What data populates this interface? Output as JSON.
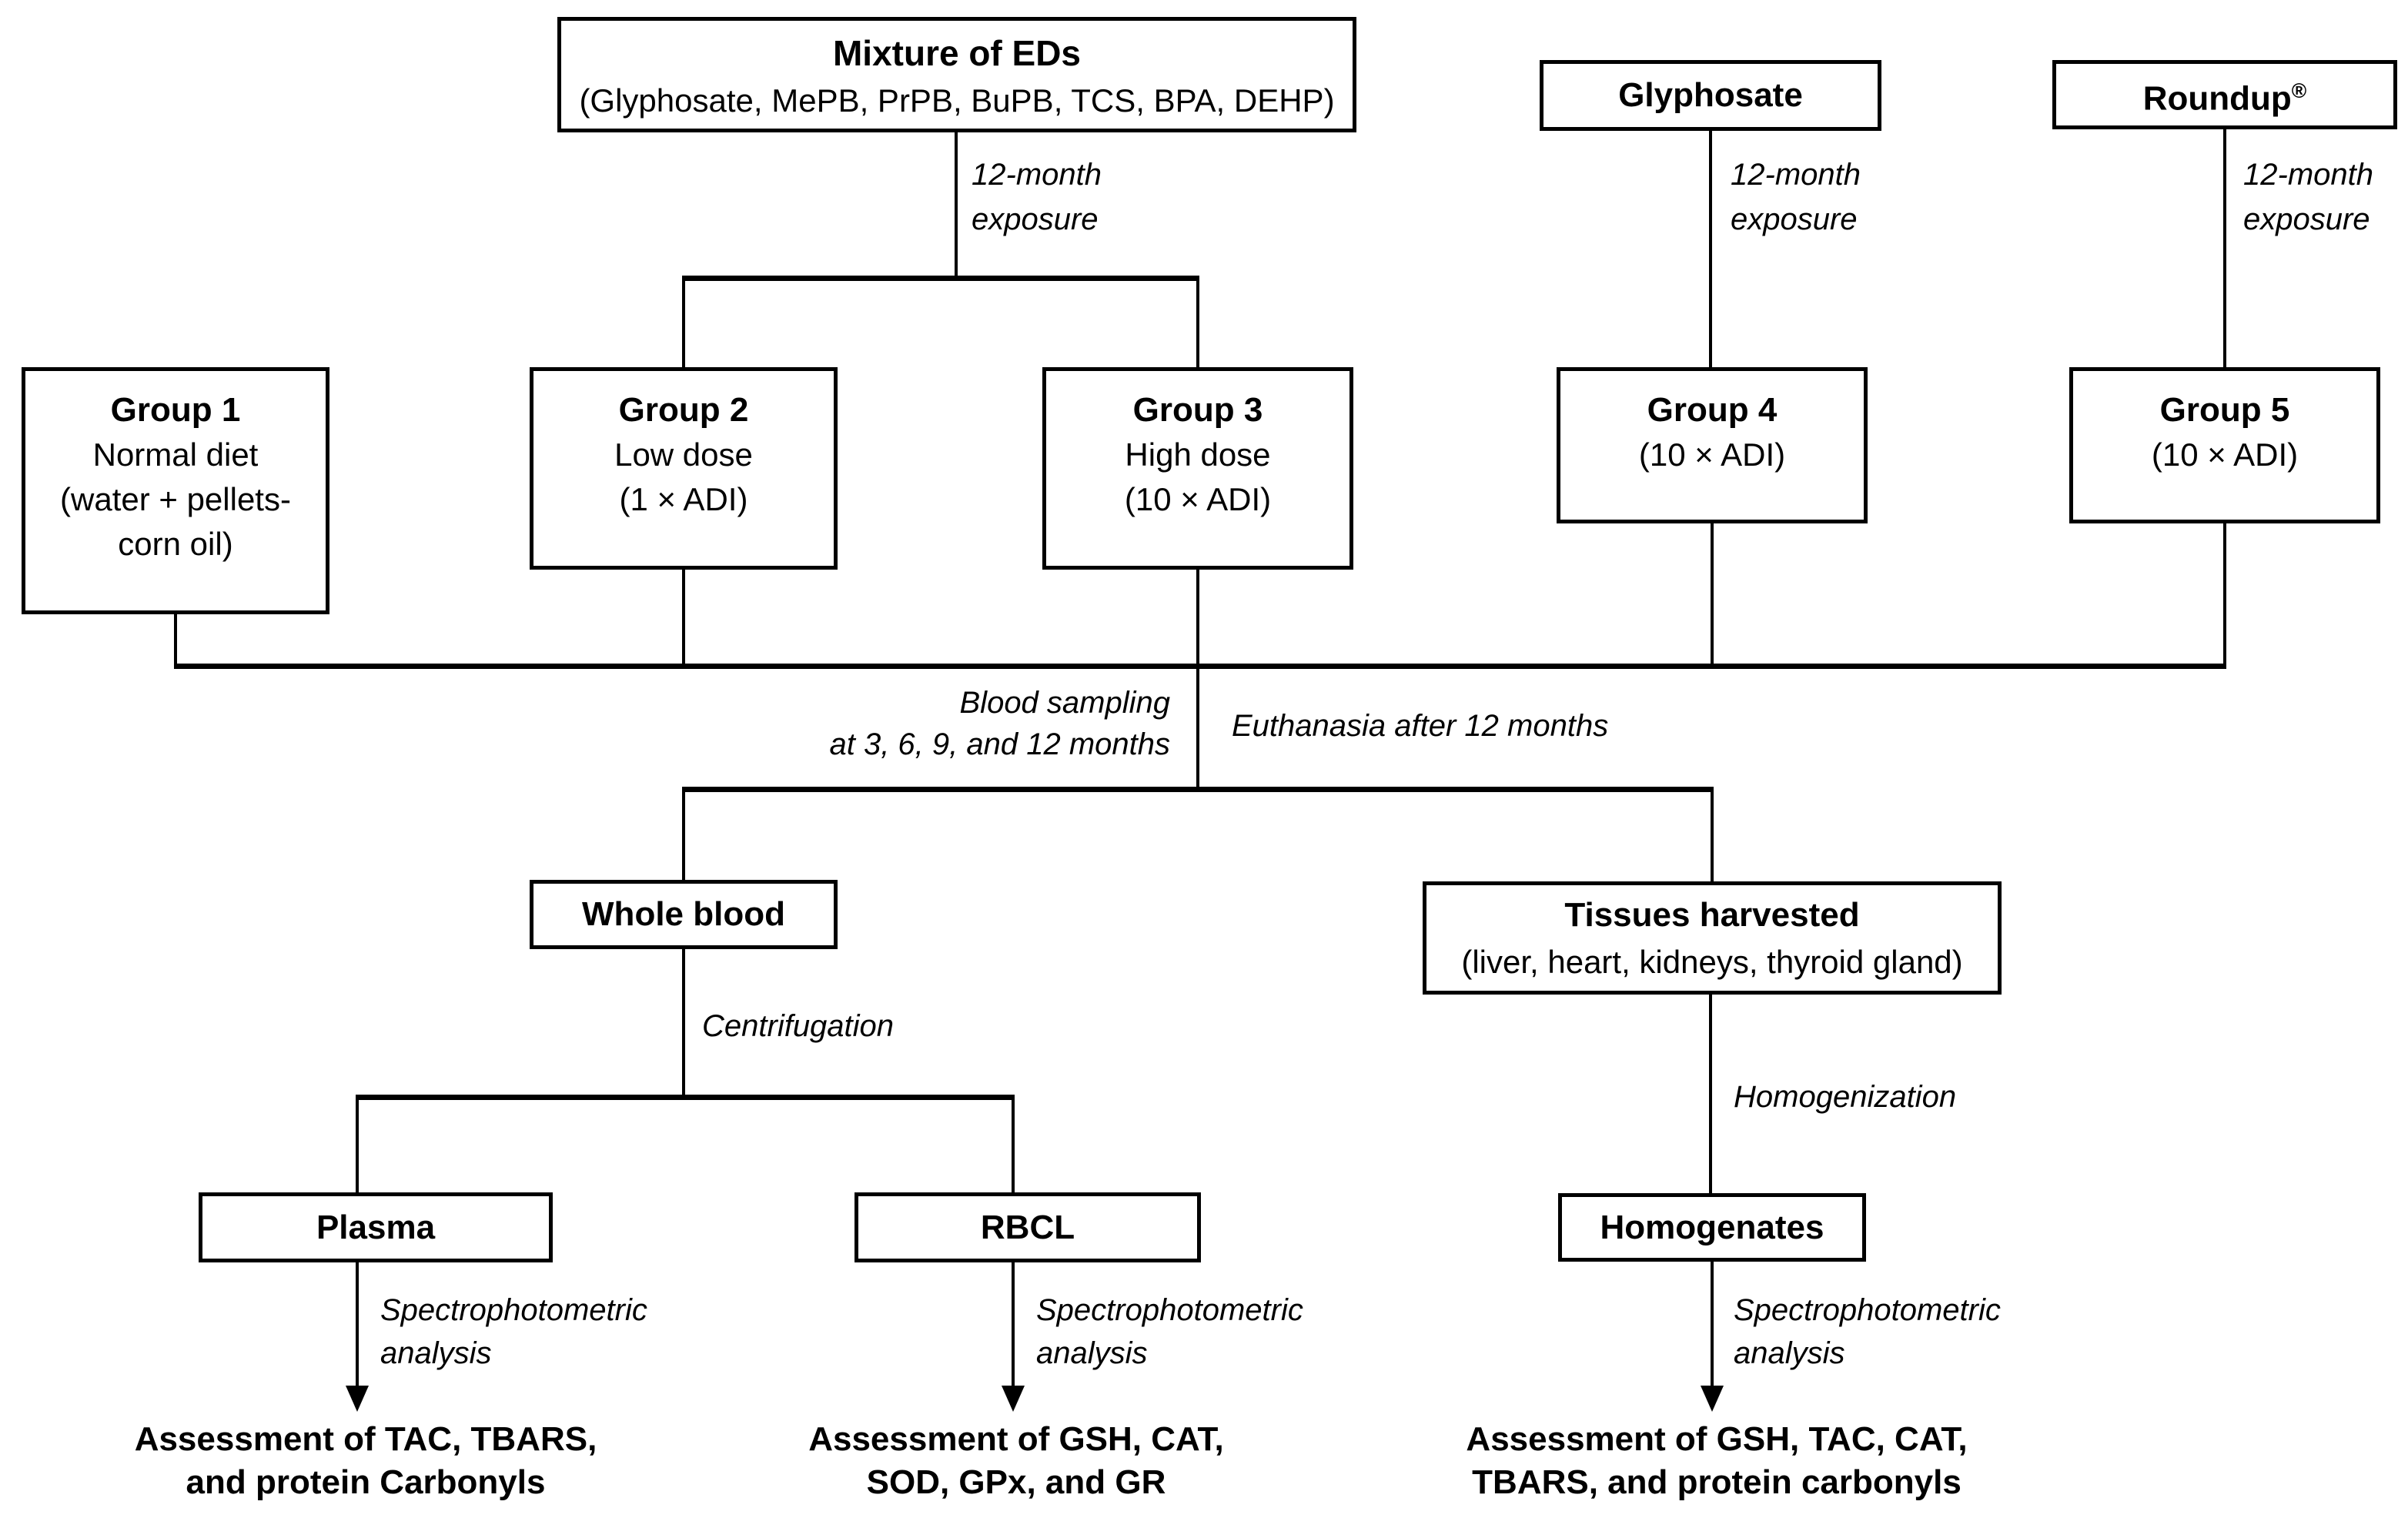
{
  "canvas": {
    "background": "#ffffff",
    "line_color": "#000000"
  },
  "top": {
    "mixture": {
      "title": "Mixture of EDs",
      "subtitle": "(Glyphosate, MePB, PrPB, BuPB, TCS, BPA, DEHP)"
    },
    "glyphosate": {
      "title": "Glyphosate"
    },
    "roundup": {
      "title": "Roundup",
      "reg": "®"
    }
  },
  "exposure_label": "12-month\nexposure",
  "groups": [
    {
      "title": "Group 1",
      "body": "Normal diet\n(water + pellets-\ncorn oil)"
    },
    {
      "title": "Group 2",
      "body": "Low dose\n(1 × ADI)"
    },
    {
      "title": "Group 3",
      "body": "High dose\n(10 × ADI)"
    },
    {
      "title": "Group 4",
      "body": "(10 × ADI)"
    },
    {
      "title": "Group 5",
      "body": "(10 × ADI)"
    }
  ],
  "middle": {
    "blood_sampling": "Blood sampling\nat 3, 6, 9, and 12 months",
    "euthanasia": "Euthanasia after 12 months",
    "whole_blood": "Whole blood",
    "tissues_title": "Tissues harvested",
    "tissues_subtitle": "(liver, heart, kidneys, thyroid gland)",
    "centrifugation": "Centrifugation",
    "homogenization": "Homogenization"
  },
  "samples": {
    "plasma": "Plasma",
    "rbcl": "RBCL",
    "homogenates": "Homogenates"
  },
  "spectro_label": "Spectrophotometric\nanalysis",
  "assessments": {
    "plasma": "Assessment of TAC, TBARS,\nand protein Carbonyls",
    "rbcl": "Assessment of GSH, CAT,\nSOD, GPx, and GR",
    "homogenates": "Assessment of GSH, TAC, CAT,\nTBARS, and protein carbonyls"
  }
}
